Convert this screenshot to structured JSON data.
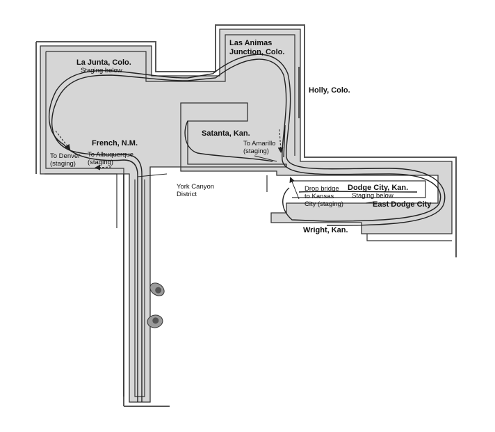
{
  "towns": {
    "la_junta": {
      "name": "La Junta, Colo.",
      "note": "Staging below"
    },
    "las_animas": {
      "line1": "Las Animas",
      "line2": "Junction, Colo."
    },
    "holly": {
      "name": "Holly, Colo."
    },
    "french": {
      "name": "French, N.M."
    },
    "satanta": {
      "name": "Satanta, Kan."
    },
    "dodge_city": {
      "name": "Dodge City, Kan.",
      "note": "Staging below"
    },
    "east_dodge": {
      "name": "East Dodge City"
    },
    "wright": {
      "name": "Wright, Kan."
    }
  },
  "notes": {
    "to_denver": {
      "line1": "To Denver",
      "line2": "(staging)"
    },
    "to_albuquerque": {
      "line1": "To Albuquerque",
      "line2": "(staging)"
    },
    "to_amarillo": {
      "line1": "To Amarillo",
      "line2": "(staging)"
    },
    "york_canyon": {
      "line1": "York Canyon",
      "line2": "District"
    },
    "drop_bridge": {
      "line1": "Drop bridge",
      "line2": "to Kansas",
      "line3": "City (staging)"
    }
  },
  "colors": {
    "benchwork": "#d6d6d6",
    "wall": "#555555",
    "track": "#222222",
    "floor": "#ffffff"
  }
}
